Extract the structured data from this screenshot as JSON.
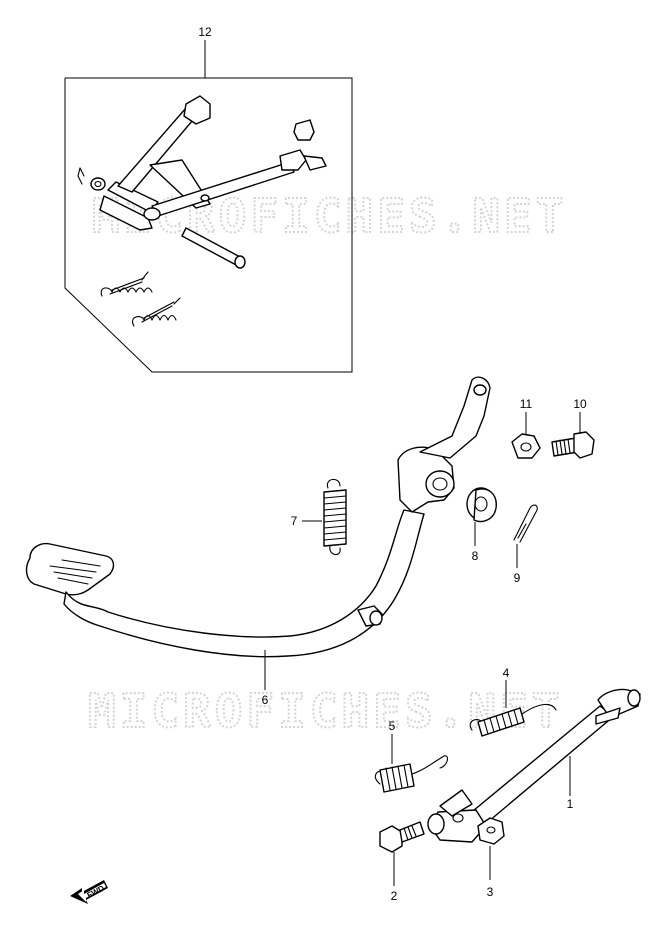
{
  "watermark": "MICROFICHES.NET",
  "fwd_label": "FWD",
  "callouts": {
    "p1": "1",
    "p2": "2",
    "p3": "3",
    "p4": "4",
    "p5": "5",
    "p6": "6",
    "p7": "7",
    "p8": "8",
    "p9": "9",
    "p10": "10",
    "p11": "11",
    "p12": "12"
  }
}
